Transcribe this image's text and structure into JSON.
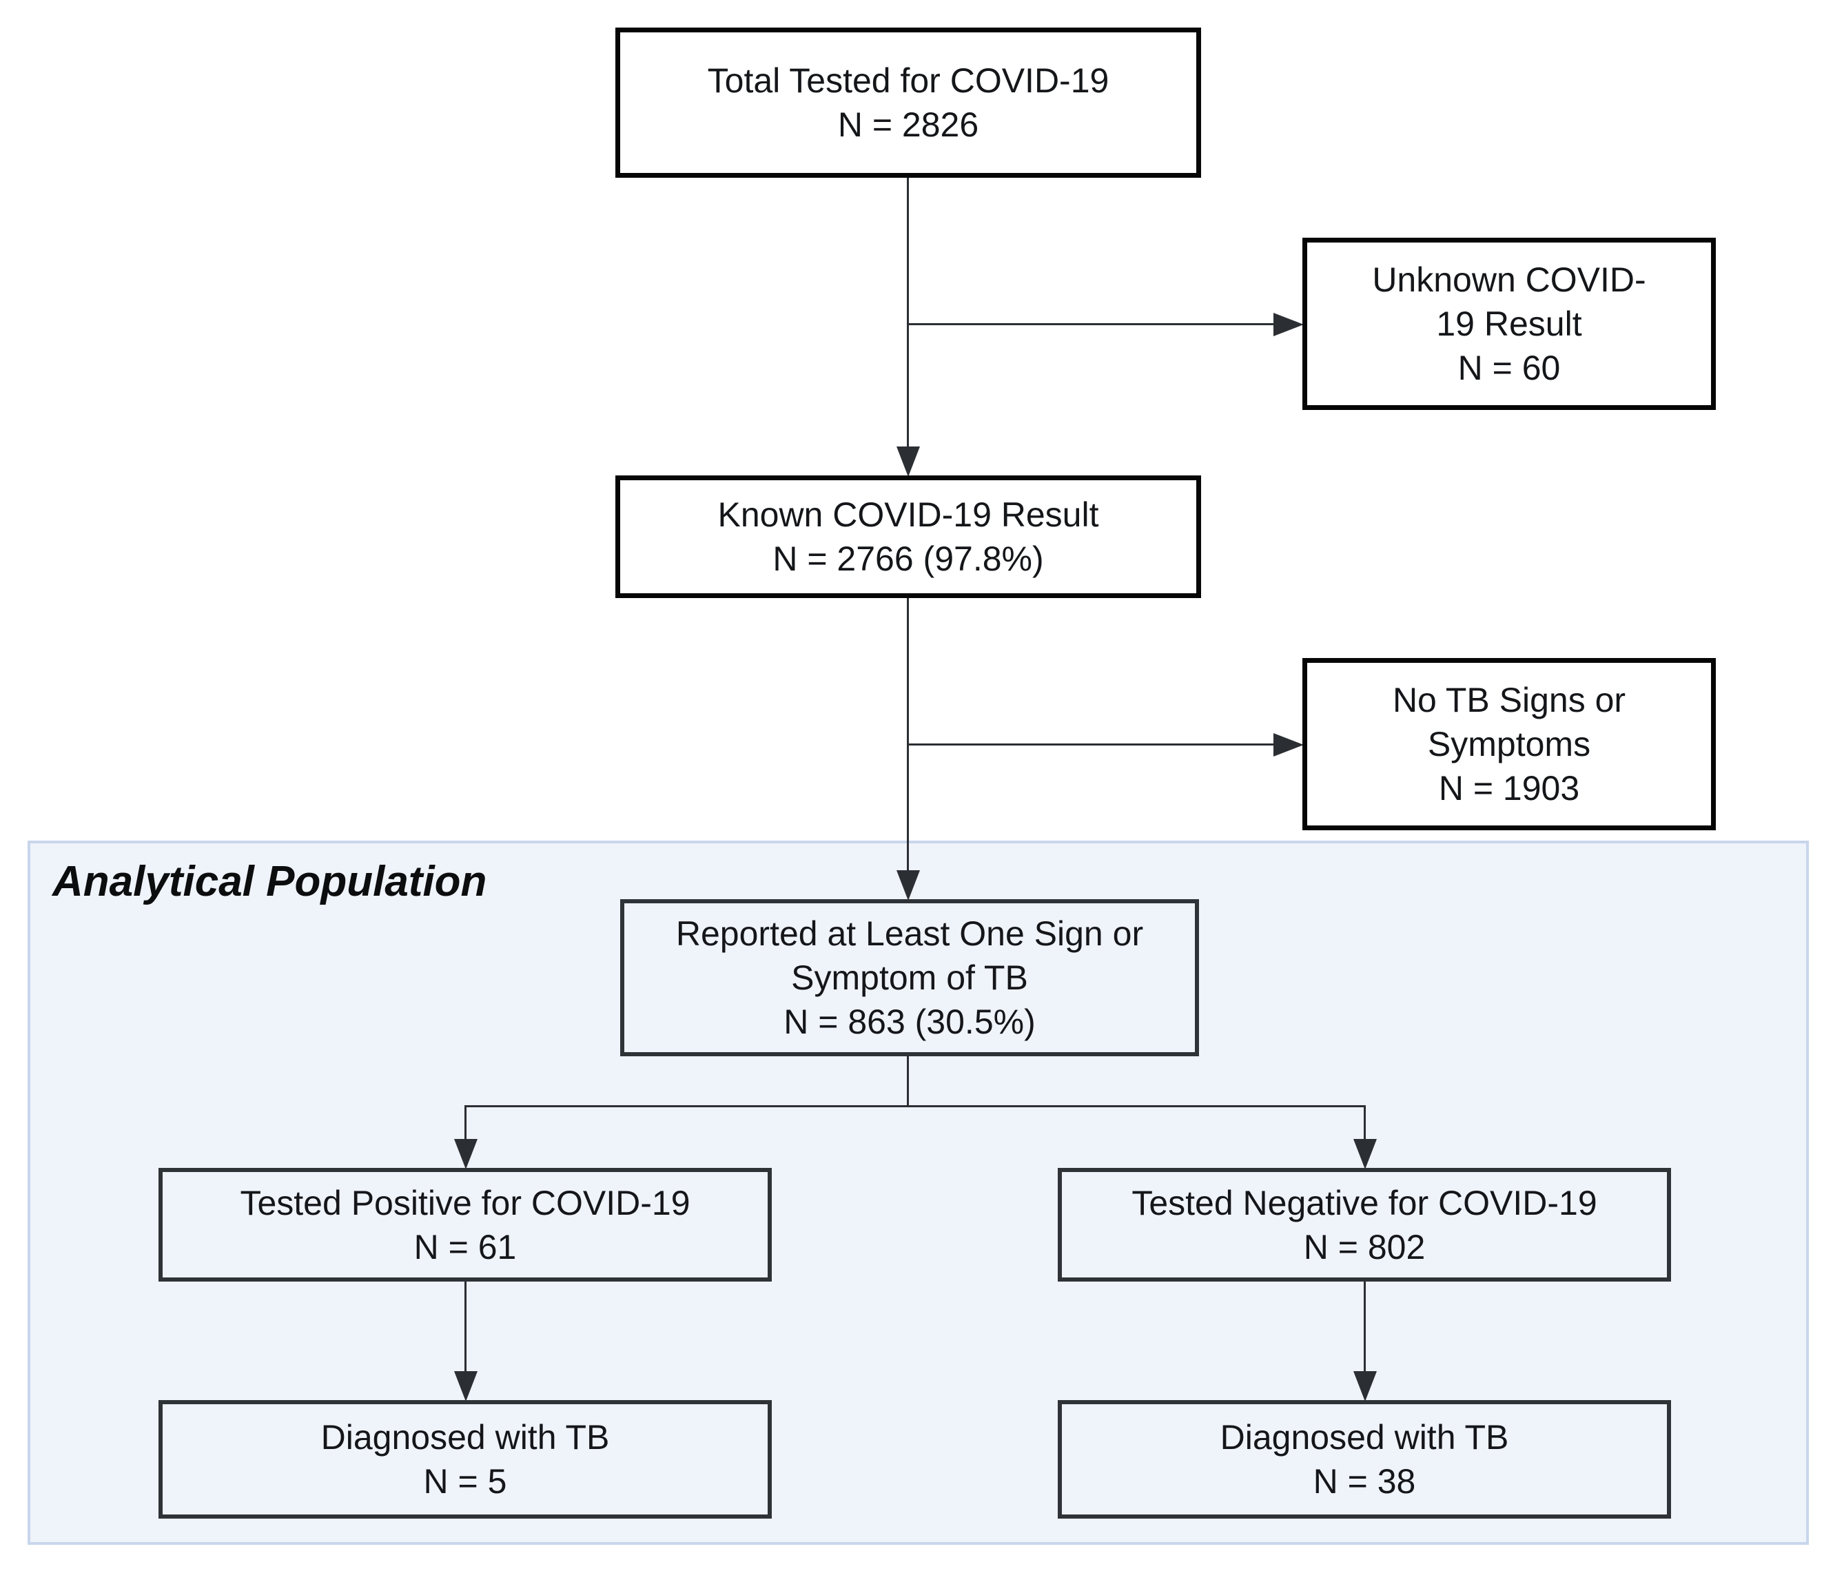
{
  "diagram": {
    "region_label": "Analytical Population",
    "nodes": {
      "total": {
        "label": "Total Tested for COVID-19",
        "n": "N = 2826"
      },
      "unknown": {
        "label": "Unknown COVID-19 Result",
        "n": "N = 60"
      },
      "known": {
        "label": "Known COVID-19 Result",
        "n": "N = 2766 (97.8%)"
      },
      "no_tb": {
        "label": "No TB Signs or Symptoms",
        "n": "N = 1903"
      },
      "reported": {
        "label": "Reported at Least One Sign or Symptom of TB",
        "n": "N = 863 (30.5%)"
      },
      "positive": {
        "label": "Tested Positive for COVID-19",
        "n": "N = 61"
      },
      "negative": {
        "label": "Tested Negative for COVID-19",
        "n": "N = 802"
      },
      "diag_pos": {
        "label": "Diagnosed with TB",
        "n": "N = 5"
      },
      "diag_neg": {
        "label": "Diagnosed with TB",
        "n": "N = 38"
      }
    },
    "colors": {
      "page_background": "#ffffff",
      "region_fill": "#eff3fa",
      "region_border": "#c8d6ec",
      "outer_box_border": "#060606",
      "inner_box_border": "#2e3338",
      "connector": "#2b2f33",
      "text": "#141619"
    }
  }
}
